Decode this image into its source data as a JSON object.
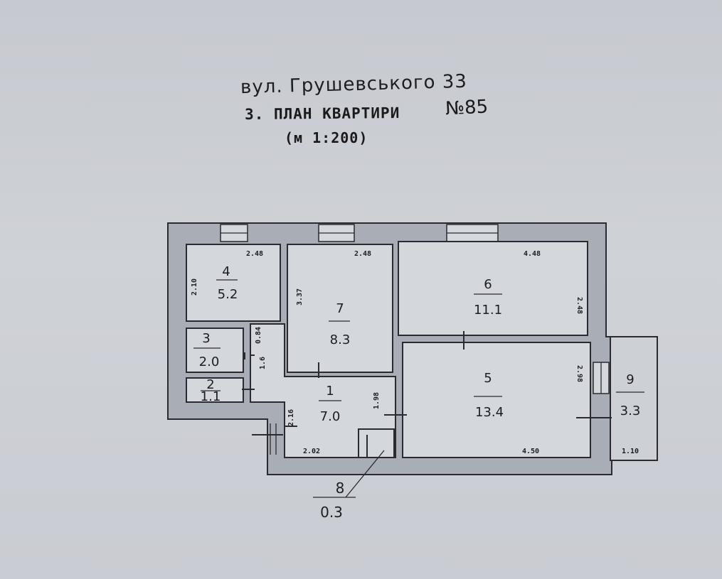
{
  "header": {
    "address": "вул. Грушевського 33",
    "plan_title": "3. ПЛАН КВАРТИРИ",
    "apartment_number": "№85",
    "scale": "(м 1:200)"
  },
  "rooms": [
    {
      "id": "room-1",
      "number": "1",
      "area": "7.0"
    },
    {
      "id": "room-2",
      "number": "2",
      "area": "1.1"
    },
    {
      "id": "room-3",
      "number": "3",
      "area": "2.0"
    },
    {
      "id": "room-4",
      "number": "4",
      "area": "5.2"
    },
    {
      "id": "room-5",
      "number": "5",
      "area": "13.4"
    },
    {
      "id": "room-6",
      "number": "6",
      "area": "11.1"
    },
    {
      "id": "room-7",
      "number": "7",
      "area": "8.3"
    },
    {
      "id": "room-8",
      "number": "8",
      "area": "0.3"
    },
    {
      "id": "room-9",
      "number": "9",
      "area": "3.3"
    }
  ],
  "dimensions": {
    "r4_width": "2.48",
    "r4_height": "2.10",
    "r7_width": "2.48",
    "r7_height": "3.37",
    "r6_width": "4.48",
    "r6_height": "2.48",
    "r3_width": "0.84",
    "r2_height": "1.6",
    "r1_left": "2.16",
    "r1_right": "1.98",
    "r1_bottom": "2.02",
    "r5_height": "2.98",
    "r5_width": "4.50",
    "r9_width": "1.10"
  }
}
